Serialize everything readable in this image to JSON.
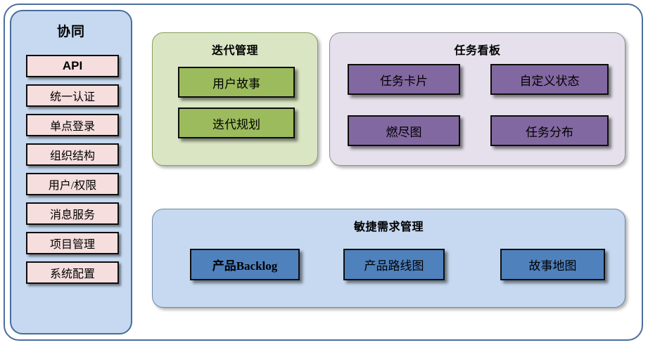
{
  "diagram": {
    "title_text": "",
    "colors": {
      "frame_border": "#4a6f9e",
      "sidebar_bg": "#c6d9f0",
      "sidebar_item_bg": "#f5dedd",
      "iteration_panel_bg": "#d9e5c3",
      "iteration_node_bg": "#9cbb5d",
      "taskboard_panel_bg": "#e5e0ec",
      "taskboard_node_bg": "#8268a0",
      "agile_panel_bg": "#c6d9f0",
      "agile_node_bg": "#4f81bd",
      "node_border": "#0d0d0d"
    }
  },
  "sidebar": {
    "title": "协同",
    "items": [
      {
        "label": "API"
      },
      {
        "label": "统一认证"
      },
      {
        "label": "单点登录"
      },
      {
        "label": "组织结构"
      },
      {
        "label": "用户/权限"
      },
      {
        "label": "消息服务"
      },
      {
        "label": "项目管理"
      },
      {
        "label": "系统配置"
      }
    ]
  },
  "panels": {
    "iteration": {
      "title": "迭代管理",
      "items": [
        {
          "label": "用户故事"
        },
        {
          "label": "迭代规划"
        }
      ]
    },
    "taskboard": {
      "title": "任务看板",
      "items": [
        {
          "label": "任务卡片"
        },
        {
          "label": "自定义状态"
        },
        {
          "label": "燃尽图"
        },
        {
          "label": "任务分布"
        }
      ]
    },
    "agile": {
      "title": "敏捷需求管理",
      "items": [
        {
          "label": "产品Backlog"
        },
        {
          "label": "产品路线图"
        },
        {
          "label": "故事地图"
        }
      ]
    }
  }
}
